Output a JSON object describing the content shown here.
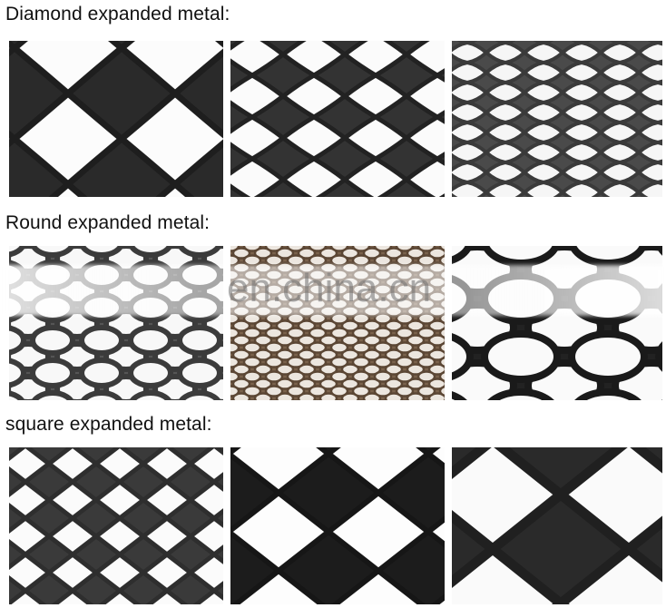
{
  "sections": [
    {
      "heading": "Diamond expanded metal:"
    },
    {
      "heading": "Round expanded metal:"
    },
    {
      "heading": "square expanded metal:"
    }
  ],
  "watermark": "en.china.cn"
}
